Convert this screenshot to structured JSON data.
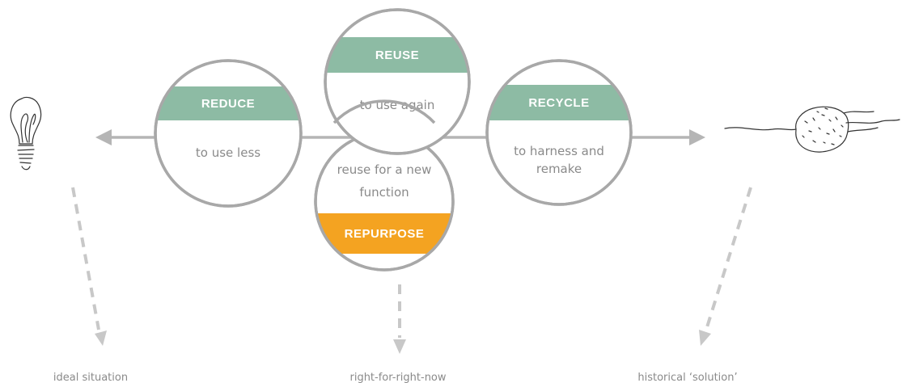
{
  "colors": {
    "green_band": "#8dbba4",
    "orange_band": "#f4a321",
    "ring": "#a8a8a8",
    "arrow": "#b5b5b5",
    "text": "#8a8a8a"
  },
  "circles": {
    "reduce": {
      "title": "REDUCE",
      "desc": "to use less"
    },
    "reuse": {
      "title": "REUSE",
      "desc": "to use again"
    },
    "recycle": {
      "title": "RECYCLE",
      "desc_line1": "to harness and",
      "desc_line2": "remake"
    },
    "repurpose": {
      "title": "REPURPOSE",
      "desc_line1": "reuse for a new",
      "desc_line2": "function"
    }
  },
  "icons": {
    "left": "lightbulb-icon",
    "right": "landfill-rock-icon"
  },
  "captions": {
    "left": "ideal situation",
    "center": "right-for-right-now",
    "right": "historical ‘solution’"
  }
}
